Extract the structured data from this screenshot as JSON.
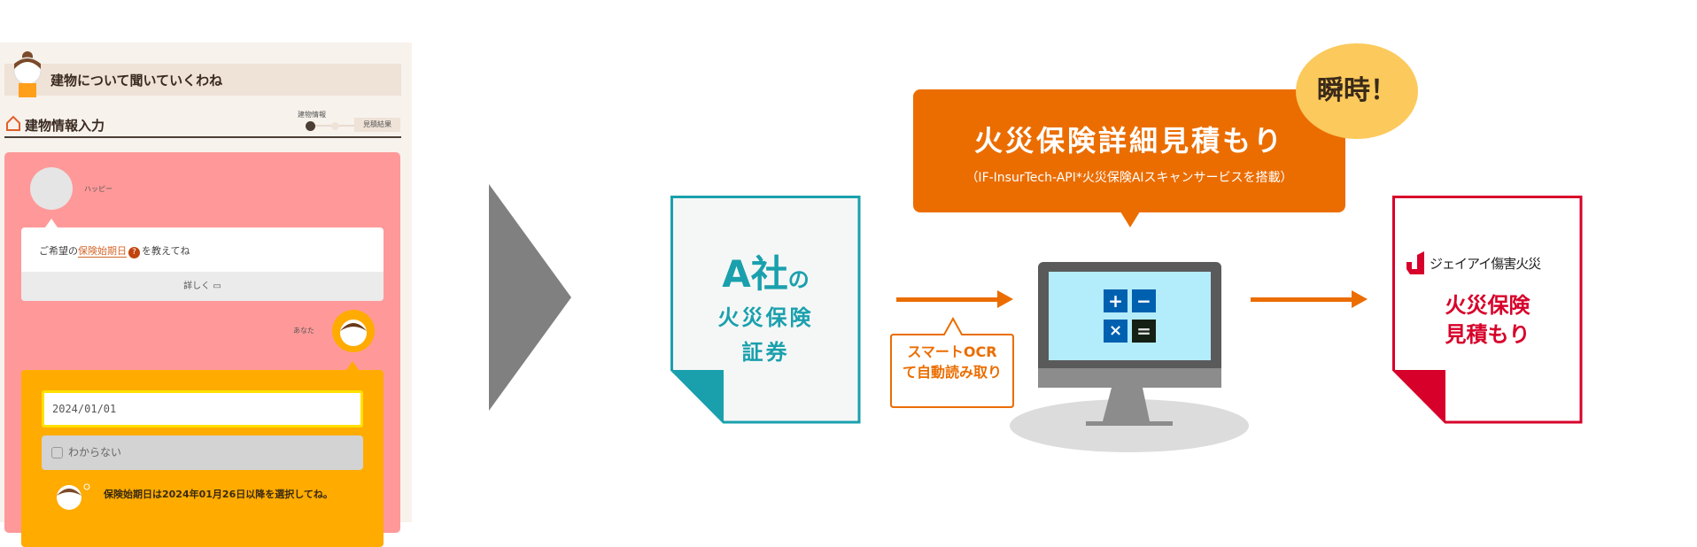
{
  "left_panel": {
    "header": "建物について聞いていくわね",
    "section_title": "建物情報入力",
    "steps": [
      "建物情報",
      "見積結果"
    ],
    "bot_name": "ハッピー",
    "question_prefix": "ご希望の",
    "question_link": "保険始期日",
    "question_help": "?",
    "question_suffix": "を教えてね",
    "details_label": "詳しく",
    "user_name": "あなた",
    "date_value": "2024/01/01",
    "unknown_label": "わからない",
    "hint": "保険始期日は2024年01月26日以降を選択してね。"
  },
  "diagram": {
    "source_doc": {
      "line1": "A社",
      "line1_suffix": "の",
      "line2": "火災保険",
      "line3": "証券"
    },
    "ocr_label": {
      "line1": "スマートOCR",
      "line2": "て自動読み取り"
    },
    "service": {
      "title": "火災保険詳細見積もり",
      "subtitle": "（IF-InsurTech-API*火災保険AIスキャンサービスを搭載）"
    },
    "badge": "瞬時！",
    "result_doc": {
      "brand": "ジェイアイ傷害火災",
      "line1": "火災保険",
      "line2": "見積もり"
    },
    "calc_keys": [
      "+",
      "−",
      "×",
      "="
    ]
  },
  "colors": {
    "teal": "#1aa0ad",
    "orange": "#eb6d00",
    "red": "#d7002a",
    "pink": "#ff9999",
    "amber": "#ffab00",
    "badge": "#fcc95c"
  }
}
